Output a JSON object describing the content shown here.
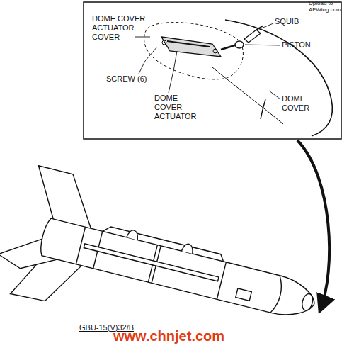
{
  "diagram": {
    "labels": [
      "DOME COVER ACTUATOR COVER",
      "SQUIB",
      "PISTON",
      "SCREW (6)",
      "DOME COVER ACTUATOR",
      "DOME COVER",
      "Upload to AFWing.com",
      "GBU-15(V)32/B",
      "www.chnjet.com"
    ]
  }
}
